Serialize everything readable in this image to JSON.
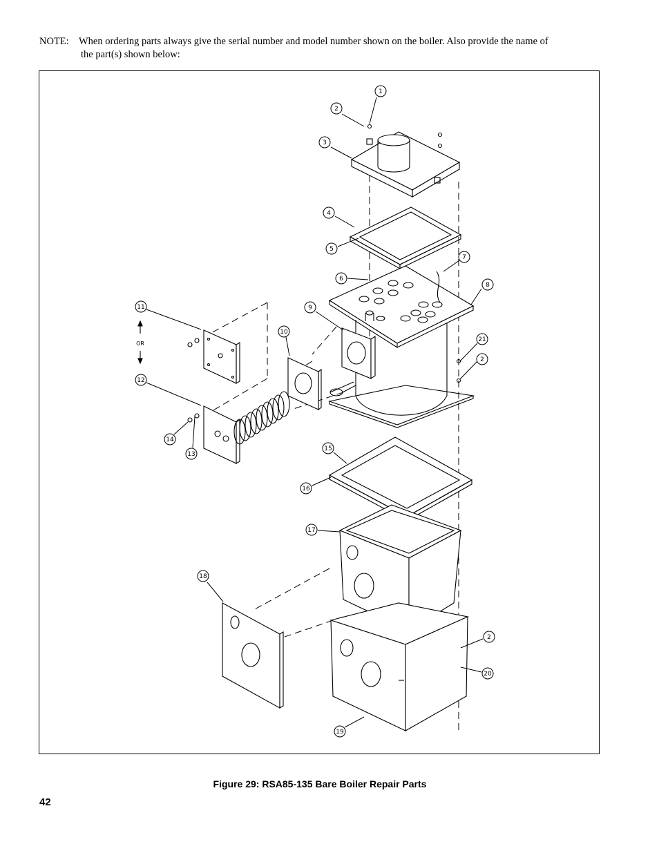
{
  "note": {
    "lead": "NOTE:",
    "line1": "When ordering parts always give the serial number and model number shown on the boiler.  Also provide the name of",
    "line2": "the part(s) shown below:"
  },
  "figure": {
    "caption": "Figure 29:  RSA85-135 Bare Boiler Repair Parts",
    "or_label": "OR",
    "callouts": [
      "1",
      "2",
      "3",
      "4",
      "5",
      "6",
      "7",
      "8",
      "9",
      "10",
      "11",
      "12",
      "13",
      "14",
      "15",
      "16",
      "17",
      "18",
      "19",
      "20",
      "21",
      "2",
      "2"
    ]
  },
  "page_number": "42"
}
